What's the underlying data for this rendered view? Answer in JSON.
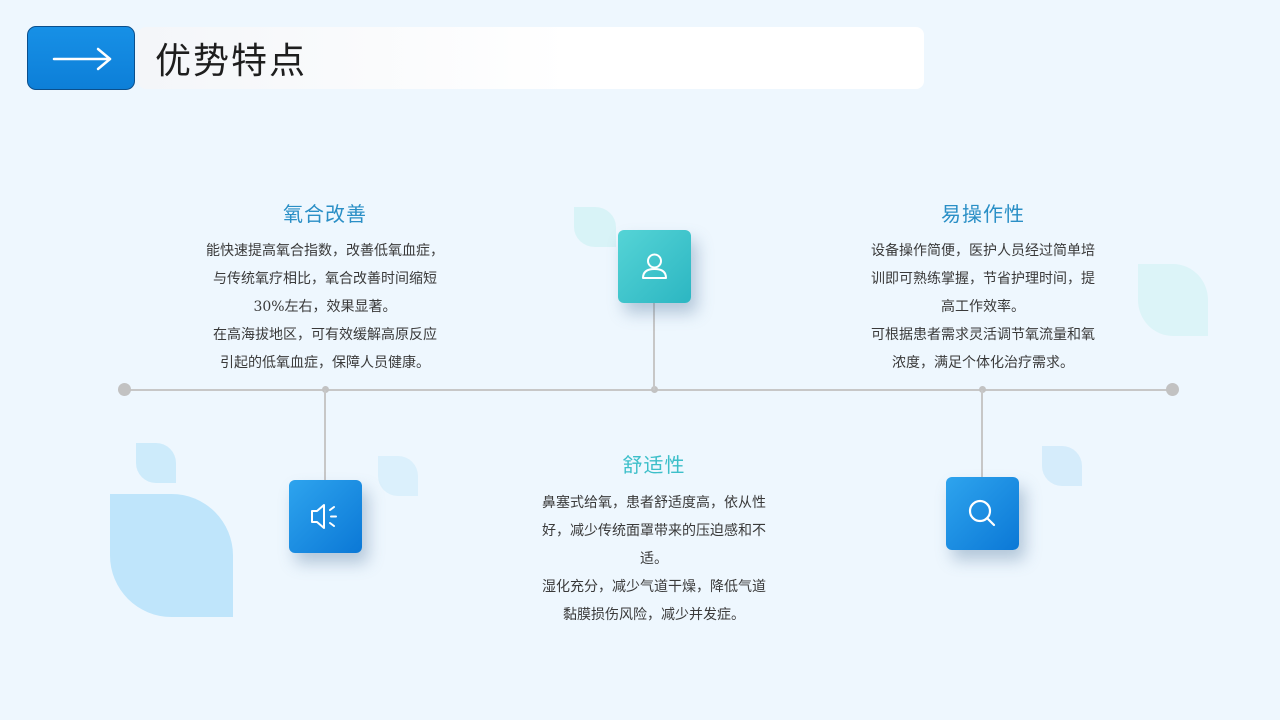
{
  "header": {
    "title": "优势特点",
    "arrow_icon": "arrow-right-icon"
  },
  "items": [
    {
      "heading": "氧合改善",
      "icon": "user-icon",
      "lines": [
        "能快速提高氧合指数，改善低氧血症，",
        "与传统氧疗相比，氧合改善时间缩短",
        "30%左右，效果显著。",
        "在高海拔地区，可有效缓解高原反应",
        "引起的低氧血症，保障人员健康。"
      ]
    },
    {
      "heading": "舒适性",
      "icon": "speaker-icon",
      "lines": [
        "鼻塞式给氧，患者舒适度高，依从性",
        "好，减少传统面罩带来的压迫感和不",
        "适。",
        "湿化充分，减少气道干燥，降低气道",
        "黏膜损伤风险，减少并发症。"
      ]
    },
    {
      "heading": "易操作性",
      "icon": "search-icon",
      "lines": [
        "设备操作简便，医护人员经过简单培",
        "训即可熟练掌握，节省护理时间，提",
        "高工作效率。",
        "可根据患者需求灵活调节氧流量和氧",
        "浓度，满足个体化治疗需求。"
      ]
    }
  ],
  "colors": {
    "background": "#eef7fe",
    "accent_blue": "#0d7fd8",
    "accent_teal": "#2cb6c2",
    "heading_blue": "#2a8fc6",
    "heading_teal": "#3cbfc9",
    "timeline": "#c7c7c7"
  }
}
